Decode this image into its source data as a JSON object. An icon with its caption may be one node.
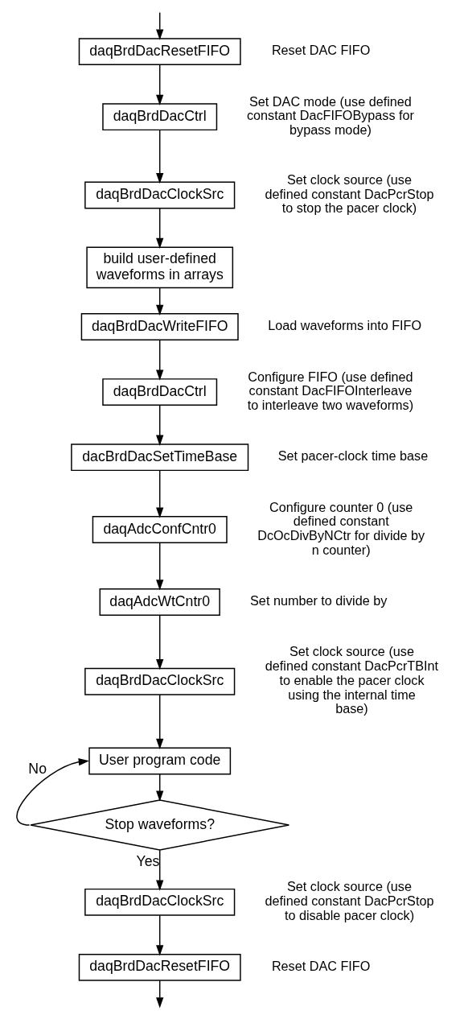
{
  "diagram": {
    "nodes": [
      {
        "text": [
          "daqBrdDacResetFIFO"
        ],
        "beside": [
          "Reset DAC FIFO"
        ]
      },
      {
        "text": [
          "daqBrdDacCtrl"
        ],
        "beside": [
          "Set DAC mode (use defined constant DacFIFOBypass for bypass mode)"
        ]
      },
      {
        "text": [
          "daqBrdDacClockSrc"
        ],
        "beside": [
          "Set clock source (use defined constant DacPcrStop to stop the pacer clock)"
        ]
      },
      {
        "text": [
          "build user-defined waveforms in arrays"
        ]
      },
      {
        "text": [
          "daqBrdDacWriteFIFO"
        ],
        "beside": [
          "Load waveforms into FIFO"
        ]
      },
      {
        "text": [
          "daqBrdDacCtrl"
        ],
        "beside": [
          "Configure FIFO (use defined constant DacFIFOInterleave to interleave two waveforms)"
        ]
      },
      {
        "text": [
          "dacBrdDacSetTimeBase"
        ],
        "beside": [
          "Set pacer-clock time base"
        ]
      },
      {
        "text": [
          "daqAdcConfCntr0"
        ],
        "beside": [
          "Configure counter 0 (use defined constant DcOcDivByNCtr for divide by n counter)"
        ]
      },
      {
        "text": [
          "daqAdcWtCntr0"
        ],
        "beside": [
          "Set number to divide by"
        ]
      },
      {
        "text": [
          "daqBrdDacClockSrc"
        ],
        "beside": [
          "Set clock source (use defined constant DacPcrTBInt to enable the pacer clock using the internal time base)"
        ]
      },
      {
        "text": [
          "User program code"
        ]
      },
      {
        "text": [
          "Stop waveforms?"
        ]
      },
      {
        "text": [
          "daqBrdDacClockSrc"
        ],
        "beside": [
          "Set clock source (use defined constant DacPcrStop to disable pacer clock)"
        ]
      },
      {
        "text": [
          "daqBrdDacResetFIFO"
        ],
        "beside": [
          "Reset DAC FIFO"
        ]
      }
    ],
    "edges": [
      {
        "from": null,
        "to": 0,
        "arrow": "to"
      },
      {
        "from": 0,
        "to": 1,
        "arrow": "to"
      },
      {
        "from": 1,
        "to": 2,
        "arrow": "to"
      },
      {
        "from": 2,
        "to": 3,
        "arrow": "to"
      },
      {
        "from": 3,
        "to": 4,
        "arrow": "to"
      },
      {
        "from": 4,
        "to": 5,
        "arrow": "to"
      },
      {
        "from": 5,
        "to": 6,
        "arrow": "to"
      },
      {
        "from": 6,
        "to": 7,
        "arrow": "to"
      },
      {
        "from": 7,
        "to": 8,
        "arrow": "to"
      },
      {
        "from": 8,
        "to": 9,
        "arrow": "to"
      },
      {
        "from": 9,
        "to": 10,
        "arrow": "to"
      },
      {
        "from": 10,
        "to": 11,
        "arrow": "to"
      },
      {
        "from": 11,
        "to": 10,
        "arrow": "to",
        "label": "No"
      },
      {
        "from": 11,
        "to": 12,
        "arrow": "to",
        "label": "Yes"
      },
      {
        "from": 12,
        "to": 13,
        "arrow": "to"
      },
      {
        "from": 13,
        "to": null,
        "arrow": "to"
      }
    ]
  }
}
